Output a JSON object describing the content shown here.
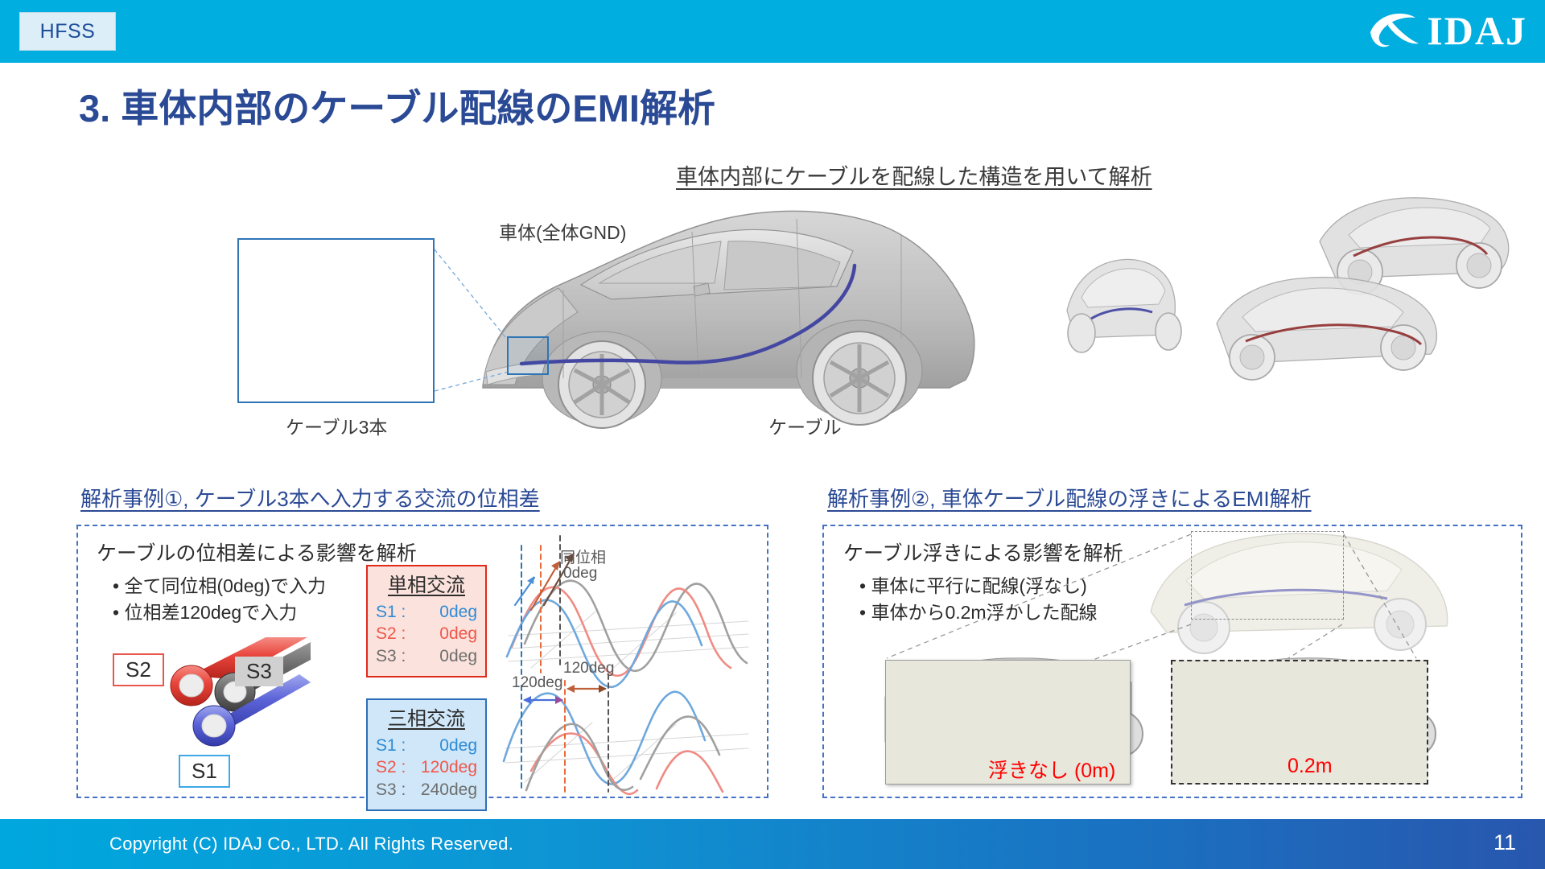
{
  "header": {
    "tab_label": "HFSS",
    "logo_text": "IDAJ",
    "logo_icon": "idaj-swoosh-icon",
    "background_color": "#00AEE0"
  },
  "title": "3. 車体内部のケーブル配線のEMI解析",
  "subtitle": "車体内部にケーブルを配線した構造を用いて解析",
  "top_illustration": {
    "labels": {
      "body_gnd": "車体(全体GND)",
      "cable": "ケーブル",
      "cable_three": "ケーブル3本"
    },
    "inset_caption": "ケーブル3本"
  },
  "sections": [
    {
      "id": "case-1",
      "title": "解析事例①, ケーブル3本へ入力する交流の位相差",
      "head": "ケーブルの位相差による影響を解析",
      "bullets": [
        "全て同位相(0deg)で入力",
        "位相差120degで入力"
      ],
      "cable_labels": {
        "s1": "S1",
        "s2": "S2",
        "s3": "S3"
      },
      "phase_boxes": [
        {
          "id": "single-phase",
          "title": "単相交流",
          "border_color": "#E02B1C",
          "background_color": "#FBE2DC",
          "rows": [
            {
              "name": "S1 :",
              "value": "0deg",
              "color": "#2E8BD6"
            },
            {
              "name": "S2 :",
              "value": "0deg",
              "color": "#F0564A"
            },
            {
              "name": "S3 :",
              "value": "0deg",
              "color": "#6E6E6E"
            }
          ]
        },
        {
          "id": "three-phase",
          "title": "三相交流",
          "border_color": "#2E6FB7",
          "background_color": "#CFE7F8",
          "rows": [
            {
              "name": "S1 :",
              "value": "0deg",
              "color": "#2E8BD6"
            },
            {
              "name": "S2 :",
              "value": "120deg",
              "color": "#F0564A"
            },
            {
              "name": "S3 :",
              "value": "240deg",
              "color": "#6E6E6E"
            }
          ]
        }
      ],
      "wave_annotations": {
        "in_phase_line1": "同位相",
        "in_phase_line2": "0deg",
        "shift_a": "120deg",
        "shift_b": "120deg"
      }
    },
    {
      "id": "case-2",
      "title": "解析事例②, 車体ケーブル配線の浮きによるEMI解析",
      "head": "ケーブル浮きによる影響を解析",
      "bullets": [
        "車体に平行に配線(浮なし)",
        "車体から0.2m浮かした配線"
      ],
      "photo_labels": {
        "no_float": "浮きなし (0m)",
        "float": "0.2m"
      }
    }
  ],
  "footer": {
    "copyright": "Copyright (C)  IDAJ Co., LTD. All Rights Reserved.",
    "page_number": "11"
  }
}
